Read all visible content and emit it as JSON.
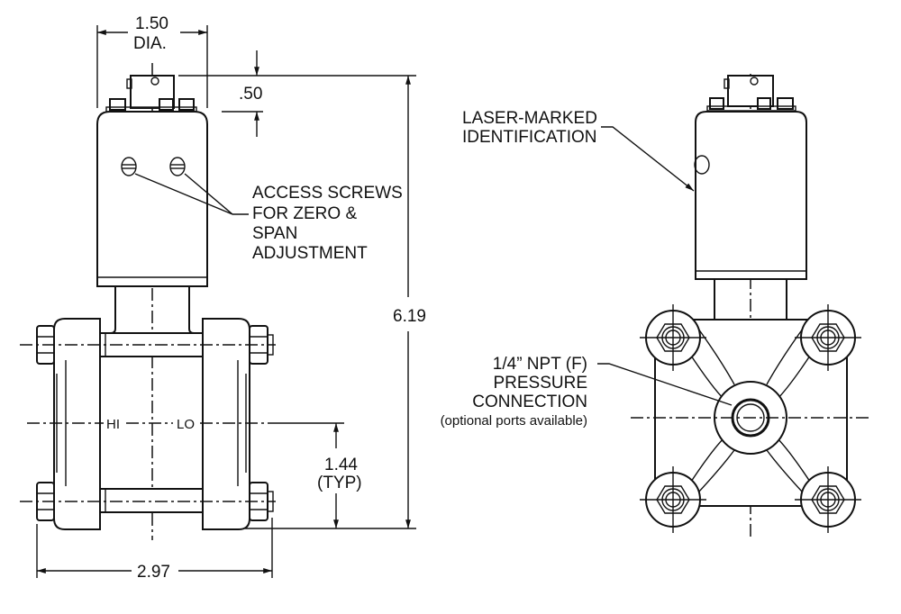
{
  "dimensions": {
    "diameter_value": "1.50",
    "diameter_label": "DIA.",
    "connector_height": ".50",
    "overall_height": "6.19",
    "port_spacing_value": "1.44",
    "port_spacing_label": "(TYP)",
    "overall_width": "2.97"
  },
  "labels": {
    "hi": "HI",
    "lo": "LO",
    "access_screws": [
      "ACCESS SCREWS",
      "FOR ZERO &",
      "SPAN",
      "ADJUSTMENT"
    ],
    "laser_marked": [
      "LASER-MARKED",
      "IDENTIFICATION"
    ],
    "pressure_connection": [
      "1/4” NPT (F)",
      "PRESSURE",
      "CONNECTION"
    ],
    "optional_ports": "(optional ports available)"
  },
  "colors": {
    "line": "#111111",
    "background": "#ffffff"
  }
}
